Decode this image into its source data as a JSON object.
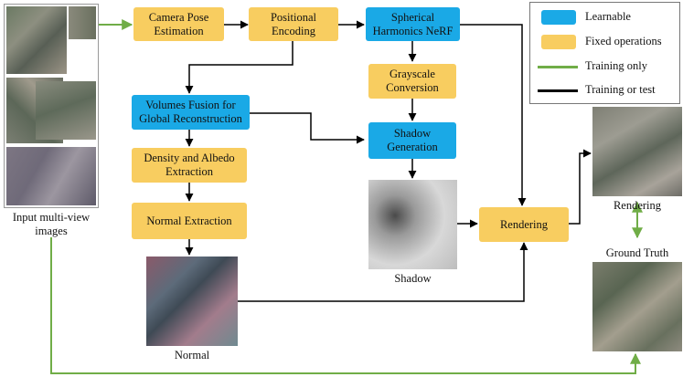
{
  "nodes": {
    "camera_pose": "Camera Pose Estimation",
    "positional_encoding": "Positional Encoding",
    "sh_nerf": "Spherical Harmonics NeRF",
    "grayscale": "Grayscale Conversion",
    "volumes_fusion": "Volumes Fusion for Global Reconstruction",
    "shadow_gen": "Shadow Generation",
    "density_albedo": "Density and Albedo Extraction",
    "normal_extraction": "Normal Extraction",
    "rendering": "Rendering"
  },
  "labels": {
    "input": "Input multi-view images",
    "shadow": "Shadow",
    "normal": "Normal",
    "rendering_out": "Rendering",
    "ground_truth": "Ground Truth"
  },
  "legend": {
    "learnable": "Learnable",
    "fixed": "Fixed operations",
    "training_only": "Training only",
    "training_or_test": "Training or test"
  },
  "colors": {
    "learnable": "#1aa9e6",
    "fixed": "#f8cd60",
    "training_only": "#70ad47",
    "training_or_test": "#000000"
  }
}
